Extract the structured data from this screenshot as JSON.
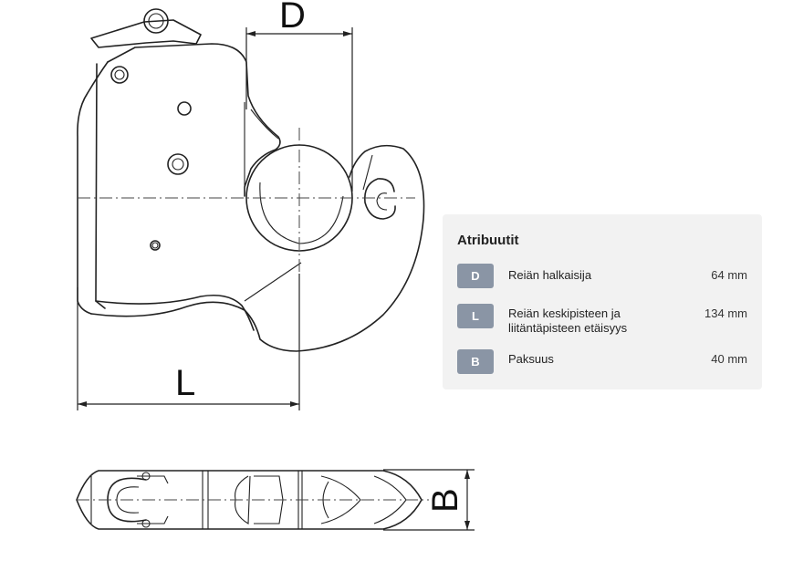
{
  "dimension_labels": {
    "D": "D",
    "L": "L",
    "B": "B"
  },
  "attributes_panel": {
    "title": "Atribuutit",
    "rows": [
      {
        "code": "D",
        "label": "Reiän halkaisija",
        "value": "64 mm"
      },
      {
        "code": "L",
        "label": "Reiän keskipisteen ja liitäntäpisteen etäisyys",
        "value": "134 mm"
      },
      {
        "code": "B",
        "label": "Paksuus",
        "value": "40 mm"
      }
    ]
  },
  "colors": {
    "panel_background": "#f2f2f2",
    "badge": "#8a95a5",
    "line": "#222222"
  }
}
